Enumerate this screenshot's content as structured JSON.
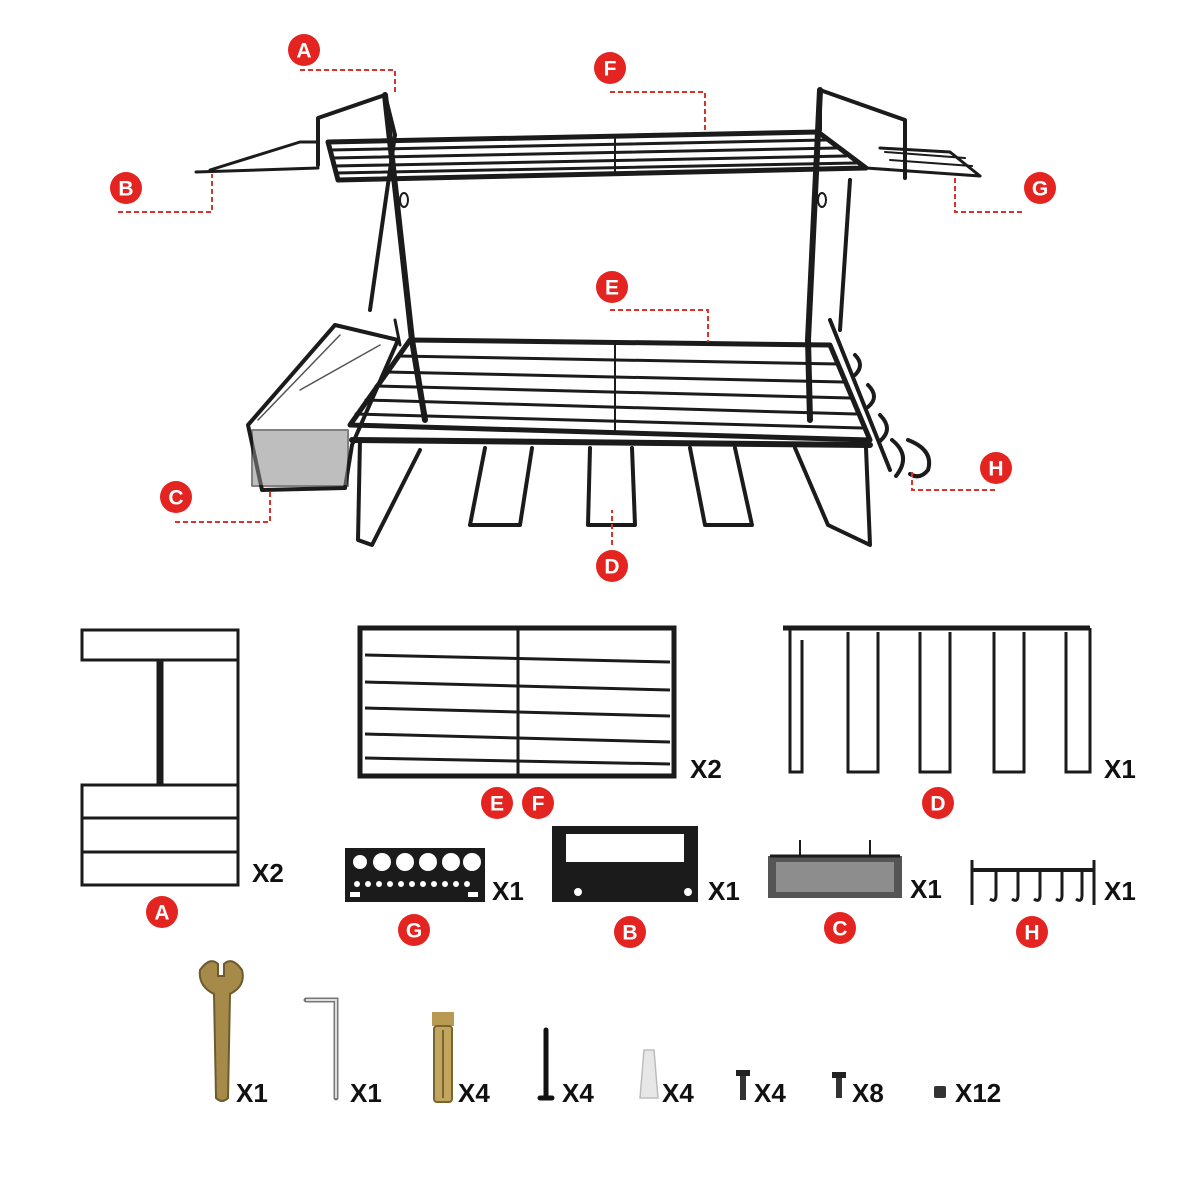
{
  "diagram": {
    "callouts": {
      "A": "A",
      "B": "B",
      "C": "C",
      "D": "D",
      "E": "E",
      "F": "F",
      "G": "G",
      "H": "H"
    },
    "parts": [
      {
        "letter": "A",
        "qty": "X2"
      },
      {
        "letter": "E F",
        "qty": "X2"
      },
      {
        "letter": "D",
        "qty": "X1"
      },
      {
        "letter": "G",
        "qty": "X1"
      },
      {
        "letter": "B",
        "qty": "X1"
      },
      {
        "letter": "C",
        "qty": "X1"
      },
      {
        "letter": "H",
        "qty": "X1"
      }
    ],
    "hardware": [
      {
        "icon": "wrench-icon",
        "qty": "X1"
      },
      {
        "icon": "hex-key-icon",
        "qty": "X1"
      },
      {
        "icon": "expansion-bolt-icon",
        "qty": "X4"
      },
      {
        "icon": "screw-icon",
        "qty": "X4"
      },
      {
        "icon": "wall-anchor-icon",
        "qty": "X4"
      },
      {
        "icon": "short-bolt-icon",
        "qty": "X4"
      },
      {
        "icon": "small-bolt-icon",
        "qty": "X8"
      },
      {
        "icon": "nut-icon",
        "qty": "X12"
      }
    ],
    "colors": {
      "callout": "#e42420",
      "leader": "#d9332e",
      "metal": "#1b1b1b",
      "brass": "#a68a4a"
    }
  }
}
